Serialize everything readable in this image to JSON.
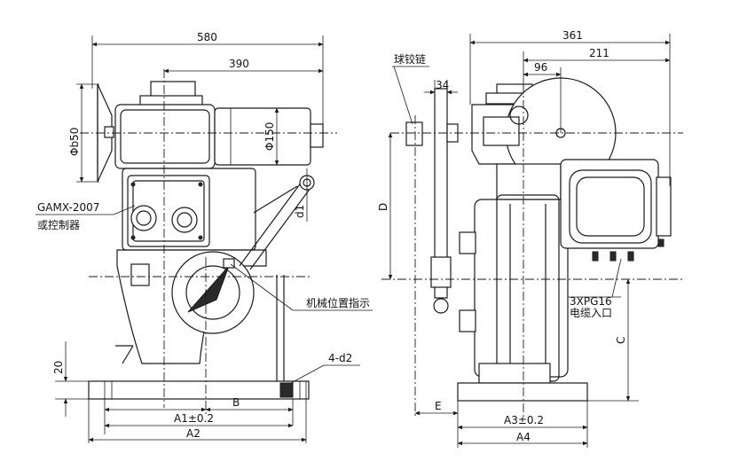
{
  "left_view": {
    "dim_580": "580",
    "dim_390": "390",
    "dim_phi650": "Φb50",
    "dim_phi150": "Φ150",
    "dim_d1": "d1",
    "dim_20": "20",
    "dim_A1": "A1±0.2",
    "dim_B": "B",
    "dim_A2": "A2",
    "label_4d2": "4-d2",
    "label_controller_model": "GAMX-2007",
    "label_controller_cn": "或控制器",
    "label_mech_indicator": "机械位置指示"
  },
  "right_view": {
    "dim_361": "361",
    "dim_211": "211",
    "dim_96": "96",
    "dim_34": "34",
    "dim_D": "D",
    "dim_C": "C",
    "dim_E": "E",
    "dim_A3": "A3±0.2",
    "dim_A4": "A4",
    "label_ball_chain": "球铰链",
    "label_cable_model": "3XPG16",
    "label_cable_cn": "电缆入口"
  }
}
